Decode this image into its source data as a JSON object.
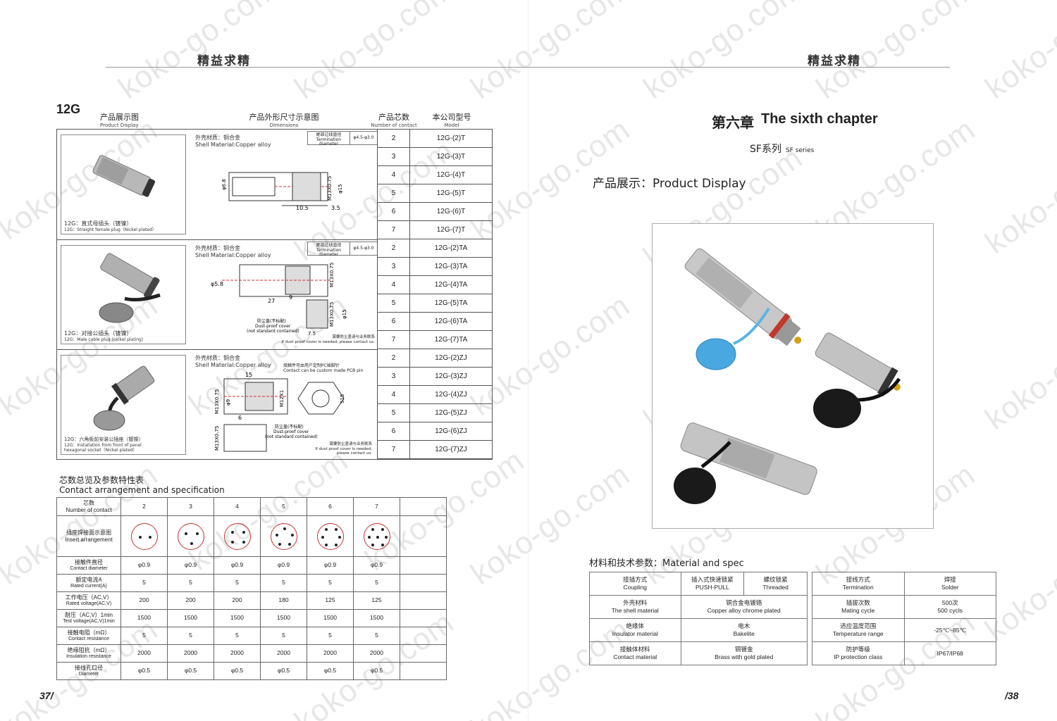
{
  "watermark": "koko-go.com",
  "left_header": "精益求精",
  "right_header": "精益求精",
  "series_code": "12G",
  "col_headers": [
    {
      "cn": "产品展示图",
      "en": "Product Display"
    },
    {
      "cn": "产品外形尺寸示意图",
      "en": "Dimensions"
    },
    {
      "cn": "产品芯数",
      "en": "Number of contact"
    },
    {
      "cn": "本公司型号",
      "en": "Model"
    }
  ],
  "groups": [
    {
      "caption_cn": "12G：直式母插头（镀镍）",
      "caption_en": "12G：Straight female plug（Nickel plated）",
      "shell_cn": "外壳材质：铜合金",
      "shell_en": "Shell Material:Copper alloy",
      "term_cn": "尾部过线直径",
      "term_en": "Termination diameter",
      "term_val": "φ4.5-φ3.0",
      "dims": [
        "φ6.8",
        "M13X0.75",
        "φ15",
        "10.5",
        "3.5"
      ],
      "notes": [],
      "rows": [
        [
          "2",
          "12G-(2)T"
        ],
        [
          "3",
          "12G-(3)T"
        ],
        [
          "4",
          "12G-(4)T"
        ],
        [
          "5",
          "12G-(5)T"
        ],
        [
          "6",
          "12G-(6)T"
        ],
        [
          "7",
          "12G-(7)T"
        ]
      ]
    },
    {
      "caption_cn": "12G：对接公插头（镀镍）",
      "caption_en": "12G：Male cable plug (nickel plating)",
      "shell_cn": "外壳材质：铜合金",
      "shell_en": "Shell Material:Copper alloy",
      "term_cn": "尾部过线直径",
      "term_en": "Termination diameter",
      "term_val": "φ4.5-φ3.0",
      "dims": [
        "φ5.8",
        "M13X0.75",
        "27",
        "9",
        "M13X0.75",
        "φ15",
        "7.5"
      ],
      "notes": [
        "防尘盖(不标配)",
        "Dust-proof cover",
        "(not standard contained)",
        "需要防尘盖请与业务联系",
        "If dust proof cover is needed, please contact us."
      ],
      "rows": [
        [
          "2",
          "12G-(2)TA"
        ],
        [
          "3",
          "12G-(3)TA"
        ],
        [
          "4",
          "12G-(4)TA"
        ],
        [
          "5",
          "12G-(5)TA"
        ],
        [
          "6",
          "12G-(6)TA"
        ],
        [
          "7",
          "12G-(7)TA"
        ]
      ]
    },
    {
      "caption_cn": "12G：六角板前安装公插座（镀镍）",
      "caption_en": "12G：Installation from front of panel hexagonal socket（Nickel plated）",
      "shell_cn": "外壳材质：铜合金",
      "shell_en": "Shell Material:Copper alloy",
      "pcb_cn": "接触件可由用户定制PC插脚针",
      "pcb_en": "Contact can be custom made PCB pin",
      "dims": [
        "15",
        "M13X0.75",
        "φ9",
        "M12X1",
        "S15",
        "6",
        "M13X0.75"
      ],
      "notes": [
        "防尘盖(不标配)",
        "Dust-proof cover",
        "(not standard contained)",
        "需要防尘盖请与业务联系",
        "If dust proof cover is needed,",
        "please contact us."
      ],
      "rows": [
        [
          "2",
          "12G-(2)ZJ"
        ],
        [
          "3",
          "12G-(3)ZJ"
        ],
        [
          "4",
          "12G-(4)ZJ"
        ],
        [
          "5",
          "12G-(5)ZJ"
        ],
        [
          "6",
          "12G-(6)ZJ"
        ],
        [
          "7",
          "12G-(7)ZJ"
        ]
      ]
    }
  ],
  "spec_title_cn": "芯数总览及参数特性表",
  "spec_title_en": "Contact arrangement and specification",
  "spec": {
    "contacts_label": [
      "芯数",
      "Number of contact"
    ],
    "contacts": [
      "2",
      "3",
      "4",
      "5",
      "6",
      "7"
    ],
    "arrangement_label": [
      "插座焊接面示意图",
      "Insert arrangement"
    ],
    "rows": [
      {
        "cn": "接触件直径",
        "en": "Contact diameter",
        "vals": [
          "φ0.9",
          "φ0.9",
          "φ0.9",
          "φ0.9",
          "φ0.9",
          "φ0.9"
        ]
      },
      {
        "cn": "额定电流A",
        "en": "Rated current(A)",
        "vals": [
          "5",
          "5",
          "5",
          "5",
          "5",
          "5"
        ]
      },
      {
        "cn": "工作电压（AC,V）",
        "en": "Rated voltage(AC,V)",
        "vals": [
          "200",
          "200",
          "200",
          "180",
          "125",
          "125"
        ]
      },
      {
        "cn": "耐压（AC,V）1min",
        "en": "Test voltage(AC,V)1min",
        "vals": [
          "1500",
          "1500",
          "1500",
          "1500",
          "1500",
          "1500"
        ]
      },
      {
        "cn": "接触电阻（mΩ）",
        "en": "Contact resistance",
        "vals": [
          "5",
          "5",
          "5",
          "5",
          "5",
          "5"
        ]
      },
      {
        "cn": "绝缘阻抗（mΩ）",
        "en": "Insulation resistance",
        "vals": [
          "2000",
          "2000",
          "2000",
          "2000",
          "2000",
          "2000"
        ]
      },
      {
        "cn": "接线孔口径",
        "en": "Diameter",
        "vals": [
          "φ0.5",
          "φ0.5",
          "φ0.5",
          "φ0.5",
          "φ0.5",
          "φ0.5"
        ]
      }
    ]
  },
  "page_left": "37/",
  "page_right": "/38",
  "chapter_cn": "第六章",
  "chapter_en": "The sixth chapter",
  "series_cn": "SF系列",
  "series_en": "SF series",
  "display_cn": "产品展示：",
  "display_en": "Product Display",
  "mat_title_cn": "材料和技术参数：",
  "mat_title_en": "Material and spec",
  "mat": {
    "left": [
      {
        "cn": "接插方式",
        "en": "Coupling",
        "v1cn": "插入式快速锁紧",
        "v1en": "PUSH-PULL",
        "v2cn": "螺纹锁紧",
        "v2en": "Threaded"
      },
      {
        "cn": "外壳材料",
        "en": "The shell material",
        "vcn": "铜合金电镀铬",
        "ven": "Copper alloy chrome plated"
      },
      {
        "cn": "绝缘体",
        "en": "Insulator material",
        "vcn": "电木",
        "ven": "Bakelite"
      },
      {
        "cn": "接触体材料",
        "en": "Contact material",
        "vcn": "铜镀金",
        "ven": "Brass with gold plated"
      }
    ],
    "right": [
      {
        "cn": "接线方式",
        "en": "Termination",
        "vcn": "焊接",
        "ven": "Solder"
      },
      {
        "cn": "插拔次数",
        "en": "Mating cycle",
        "vcn": "500次",
        "ven": "500 cycls"
      },
      {
        "cn": "适应温度范围",
        "en": "Temperature range",
        "vcn": "",
        "ven": "-25℃~85℃"
      },
      {
        "cn": "防护等级",
        "en": "IP protection class",
        "vcn": "",
        "ven": "IP67/IP68"
      }
    ]
  }
}
